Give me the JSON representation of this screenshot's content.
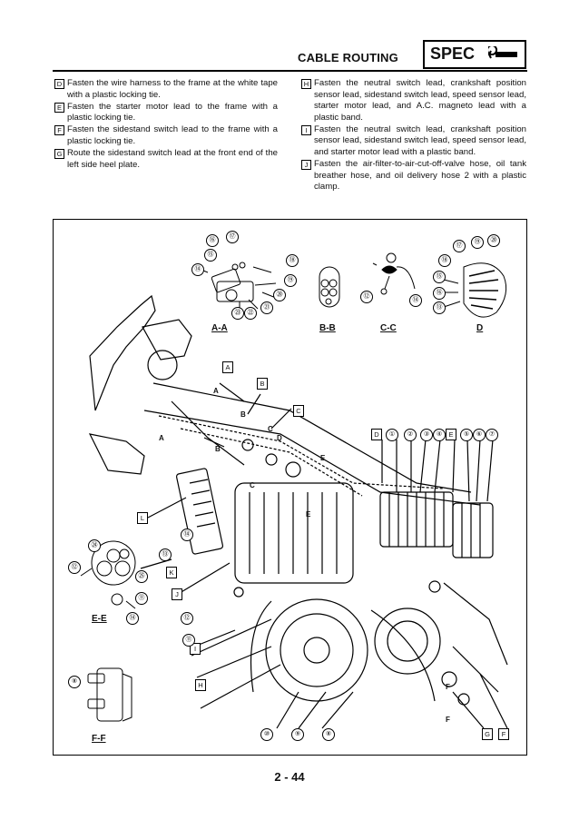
{
  "header": {
    "title": "CABLE ROUTING",
    "badge": "SPEC",
    "badge_icon": "wrench-icon"
  },
  "notes_left": [
    {
      "key": "D",
      "text": "Fasten the wire harness to the frame at the white tape with a plastic locking tie."
    },
    {
      "key": "E",
      "text": "Fasten the starter motor lead to the frame with a plastic locking tie."
    },
    {
      "key": "F",
      "text": "Fasten the sidestand switch lead to the frame with a plastic locking tie."
    },
    {
      "key": "G",
      "text": "Route the sidestand switch lead at the front end of the left side heel plate."
    }
  ],
  "notes_right": [
    {
      "key": "H",
      "text": "Fasten the neutral switch lead, crankshaft position sensor lead, sidestand switch lead, speed sensor lead, starter motor lead, and A.C. magneto lead with a plastic band."
    },
    {
      "key": "I",
      "text": "Fasten the neutral switch lead, crankshaft position sensor lead, sidestand switch lead, speed sensor lead, and starter motor lead with a plastic band."
    },
    {
      "key": "J",
      "text": "Fasten the air-filter-to-air-cut-off-valve hose, oil tank breather hose, and oil delivery hose 2 with a plastic clamp."
    }
  ],
  "view_labels": {
    "aa": "A-A",
    "bb": "B-B",
    "cc": "C-C",
    "d": "D",
    "ee": "E-E",
    "ff": "F-F"
  },
  "callouts": {
    "c1": "①",
    "c2": "②",
    "c3": "③",
    "c4": "④",
    "c5": "⑤",
    "c6": "⑥",
    "c7": "⑦",
    "c8": "⑧",
    "c9": "⑨",
    "c10": "⑩",
    "c11": "⑪",
    "c12": "⑫",
    "c13": "⑬",
    "c14": "⑭",
    "c15": "⑮",
    "c16": "⑯",
    "c17": "⑰",
    "c18": "⑱",
    "c19": "⑲",
    "c20": "⑳",
    "c21": "㉑",
    "c22": "㉒",
    "c23": "㉓",
    "c24": "㉔",
    "c25": "㉕"
  },
  "box_keys": {
    "A": "A",
    "B": "B",
    "C": "C",
    "D": "D",
    "E": "E",
    "F": "F",
    "G": "G",
    "H": "H",
    "I": "I",
    "J": "J",
    "K": "K",
    "L": "L"
  },
  "section_letters": {
    "A": "A",
    "B": "B",
    "C": "C",
    "D": "D",
    "E": "E",
    "F": "F"
  },
  "page_number": "2 - 44"
}
